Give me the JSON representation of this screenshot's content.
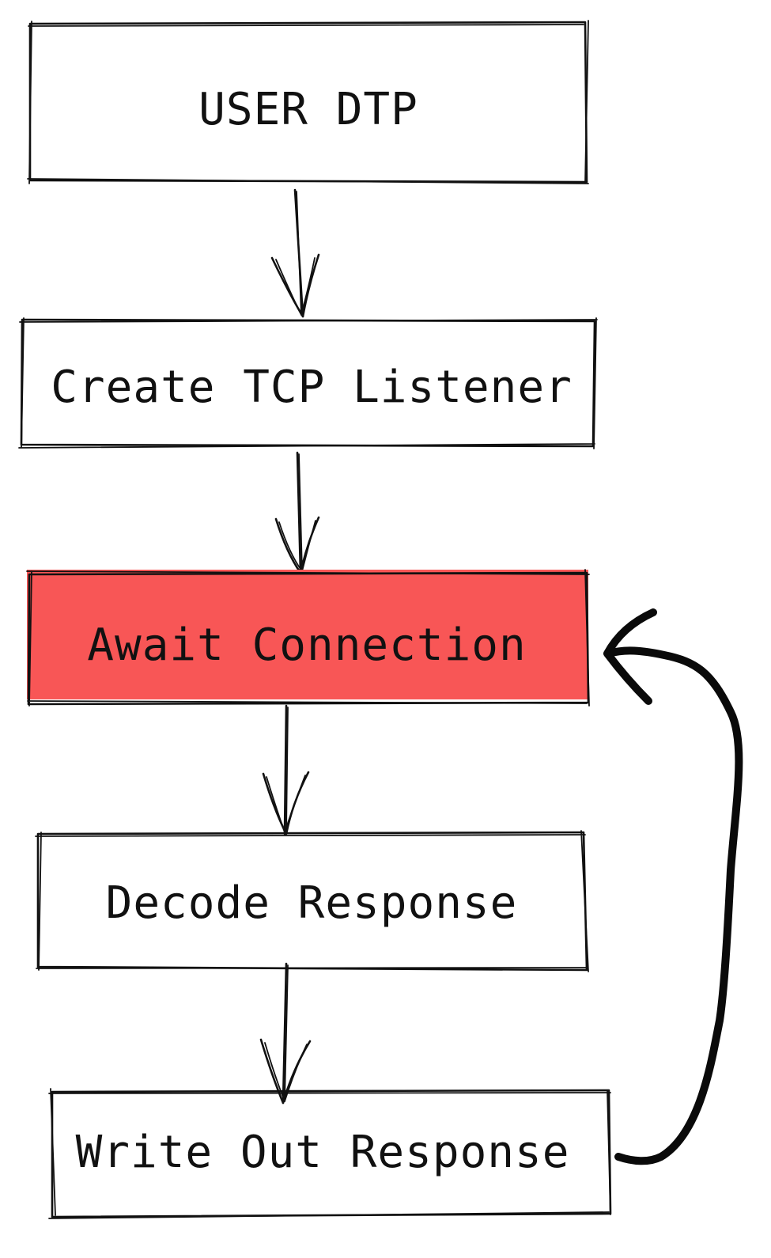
{
  "diagram": {
    "colors": {
      "highlight_fill": "#f85656",
      "stroke": "#111111",
      "background": "#ffffff"
    },
    "nodes": [
      {
        "id": "user-dtp",
        "label": "USER DTP",
        "highlighted": false
      },
      {
        "id": "create-tcp-listener",
        "label": "Create TCP Listener",
        "highlighted": false
      },
      {
        "id": "await-connection",
        "label": "Await Connection",
        "highlighted": true
      },
      {
        "id": "decode-response",
        "label": "Decode Response",
        "highlighted": false
      },
      {
        "id": "write-out-response",
        "label": "Write Out Response",
        "highlighted": false
      }
    ],
    "edges": [
      {
        "from": "user-dtp",
        "to": "create-tcp-listener"
      },
      {
        "from": "create-tcp-listener",
        "to": "await-connection"
      },
      {
        "from": "await-connection",
        "to": "decode-response"
      },
      {
        "from": "decode-response",
        "to": "write-out-response"
      },
      {
        "from": "write-out-response",
        "to": "await-connection",
        "style": "loop-back"
      }
    ]
  }
}
